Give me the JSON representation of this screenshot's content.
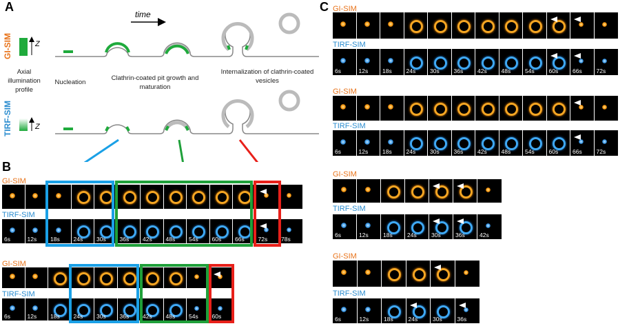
{
  "panel_labels": {
    "a": "A",
    "b": "B",
    "c": "C"
  },
  "colors": {
    "gi": "#e8731a",
    "tirf": "#2a8ccf",
    "blue_box": "#1aa0e6",
    "green_box": "#1fa03a",
    "red_box": "#e8201a"
  },
  "panel_a": {
    "gi_label": "GI-SIM",
    "tirf_label": "TIRF-SIM",
    "time_label": "time",
    "z_label": "Z",
    "axial_label": "Axial illumination profile",
    "stages": [
      "Nucleation",
      "Clathrin-coated pit growth and maturation",
      "Internalization of clathrin-coated vesicles"
    ]
  },
  "panel_b": {
    "gi_label": "GI-SIM",
    "tirf_label": "TIRF-SIM",
    "row1_times": [
      "6s",
      "12s",
      "18s",
      "24s",
      "30s",
      "36s",
      "42s",
      "48s",
      "54s",
      "60s",
      "66s",
      "72s",
      "78s"
    ],
    "row2_times": [
      "6s",
      "12s",
      "18s",
      "24s",
      "30s",
      "36s",
      "42s",
      "48s",
      "54s",
      "60s"
    ]
  },
  "panel_c": {
    "gi_label": "GI-SIM",
    "tirf_label": "TIRF-SIM",
    "g1_times": [
      "6s",
      "12s",
      "18s",
      "24s",
      "30s",
      "36s",
      "42s",
      "48s",
      "54s",
      "60s",
      "66s",
      "72s"
    ],
    "g2_times": [
      "6s",
      "12s",
      "18s",
      "24s",
      "30s",
      "36s",
      "42s",
      "48s",
      "54s",
      "60s",
      "66s",
      "72s"
    ],
    "g3_times": [
      "6s",
      "12s",
      "18s",
      "24s",
      "30s",
      "36s",
      "42s"
    ],
    "g4_times": [
      "6s",
      "12s",
      "18s",
      "24s",
      "30s",
      "36s"
    ]
  }
}
